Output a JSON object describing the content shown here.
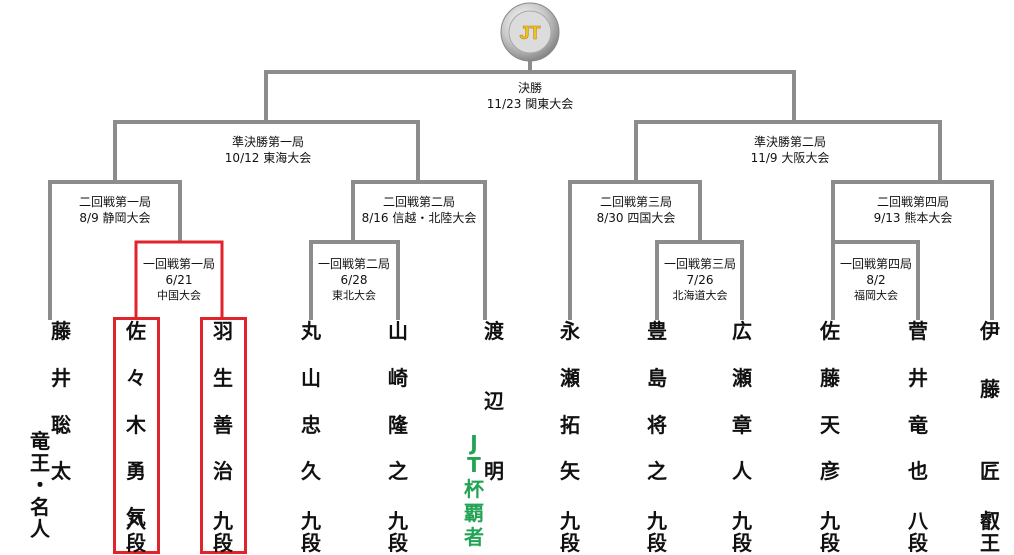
{
  "trophy": {
    "emblem": "JT",
    "icon": "trophy-medal-icon"
  },
  "colors": {
    "line": "#8c8c8c",
    "highlight": "#e0242b",
    "holder": "#23a455"
  },
  "final": {
    "name": "決勝",
    "date_venue": "11/23 関東大会"
  },
  "semifinals": [
    {
      "name": "準決勝第一局",
      "date_venue": "10/12 東海大会"
    },
    {
      "name": "準決勝第二局",
      "date_venue": "11/9 大阪大会"
    }
  ],
  "second_round": [
    {
      "name": "二回戦第一局",
      "date_venue": "8/9 静岡大会"
    },
    {
      "name": "二回戦第二局",
      "date_venue": "8/16 信越・北陸大会"
    },
    {
      "name": "二回戦第三局",
      "date_venue": "8/30 四国大会"
    },
    {
      "name": "二回戦第四局",
      "date_venue": "9/13 熊本大会"
    }
  ],
  "first_round": [
    {
      "name": "一回戦第一局",
      "date": "6/21",
      "venue": "中国大会"
    },
    {
      "name": "一回戦第二局",
      "date": "6/28",
      "venue": "東北大会"
    },
    {
      "name": "一回戦第三局",
      "date": "7/26",
      "venue": "北海道大会"
    },
    {
      "name": "一回戦第四局",
      "date": "8/2",
      "venue": "福岡大会"
    }
  ],
  "players": [
    {
      "name": [
        "藤",
        "井",
        "聡",
        "太"
      ],
      "rank": [
        "竜",
        "王",
        "・",
        "名",
        "人"
      ]
    },
    {
      "name": [
        "佐",
        "々",
        "木",
        "勇",
        "気"
      ],
      "rank": [
        "八",
        "段"
      ]
    },
    {
      "name": [
        "羽",
        "生",
        "善",
        "治"
      ],
      "rank": [
        "九",
        "段"
      ]
    },
    {
      "name": [
        "丸",
        "山",
        "忠",
        "久"
      ],
      "rank": [
        "九",
        "段"
      ]
    },
    {
      "name": [
        "山",
        "崎",
        "隆",
        "之"
      ],
      "rank": [
        "九",
        "段"
      ]
    },
    {
      "name": [
        "渡",
        "辺",
        "明"
      ],
      "rank": [
        "J",
        "T",
        "杯",
        "覇",
        "者"
      ]
    },
    {
      "name": [
        "永",
        "瀬",
        "拓",
        "矢"
      ],
      "rank": [
        "九",
        "段"
      ]
    },
    {
      "name": [
        "豊",
        "島",
        "将",
        "之"
      ],
      "rank": [
        "九",
        "段"
      ]
    },
    {
      "name": [
        "広",
        "瀬",
        "章",
        "人"
      ],
      "rank": [
        "九",
        "段"
      ]
    },
    {
      "name": [
        "佐",
        "藤",
        "天",
        "彦"
      ],
      "rank": [
        "九",
        "段"
      ]
    },
    {
      "name": [
        "菅",
        "井",
        "竜",
        "也"
      ],
      "rank": [
        "八",
        "段"
      ]
    },
    {
      "name": [
        "伊",
        "藤",
        "匠"
      ],
      "rank": [
        "叡",
        "王"
      ]
    }
  ]
}
